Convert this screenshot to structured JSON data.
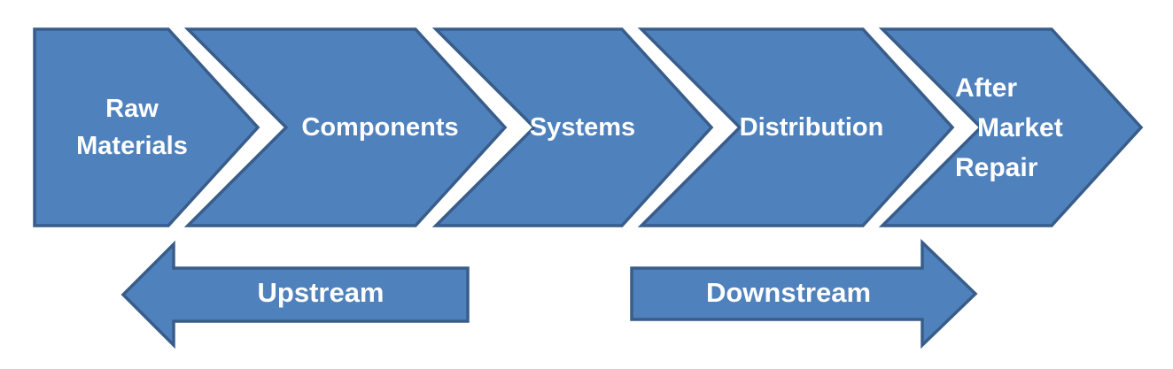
{
  "diagram": {
    "type": "chevron-process-flow",
    "stages": [
      {
        "id": "raw-materials",
        "label": "Raw\nMaterials"
      },
      {
        "id": "components",
        "label": "Components"
      },
      {
        "id": "systems",
        "label": "Systems"
      },
      {
        "id": "distribution",
        "label": "Distribution"
      },
      {
        "id": "after-market-repair",
        "label": "After\n   Market\nRepair"
      }
    ],
    "flows": {
      "upstream": {
        "label": "Upstream",
        "direction": "left"
      },
      "downstream": {
        "label": "Downstream",
        "direction": "right"
      }
    }
  },
  "colors": {
    "shape_fill": "#4f81bd",
    "shape_border": "#385d8a",
    "label_text": "#ffffff",
    "page_background": "#ffffff"
  }
}
